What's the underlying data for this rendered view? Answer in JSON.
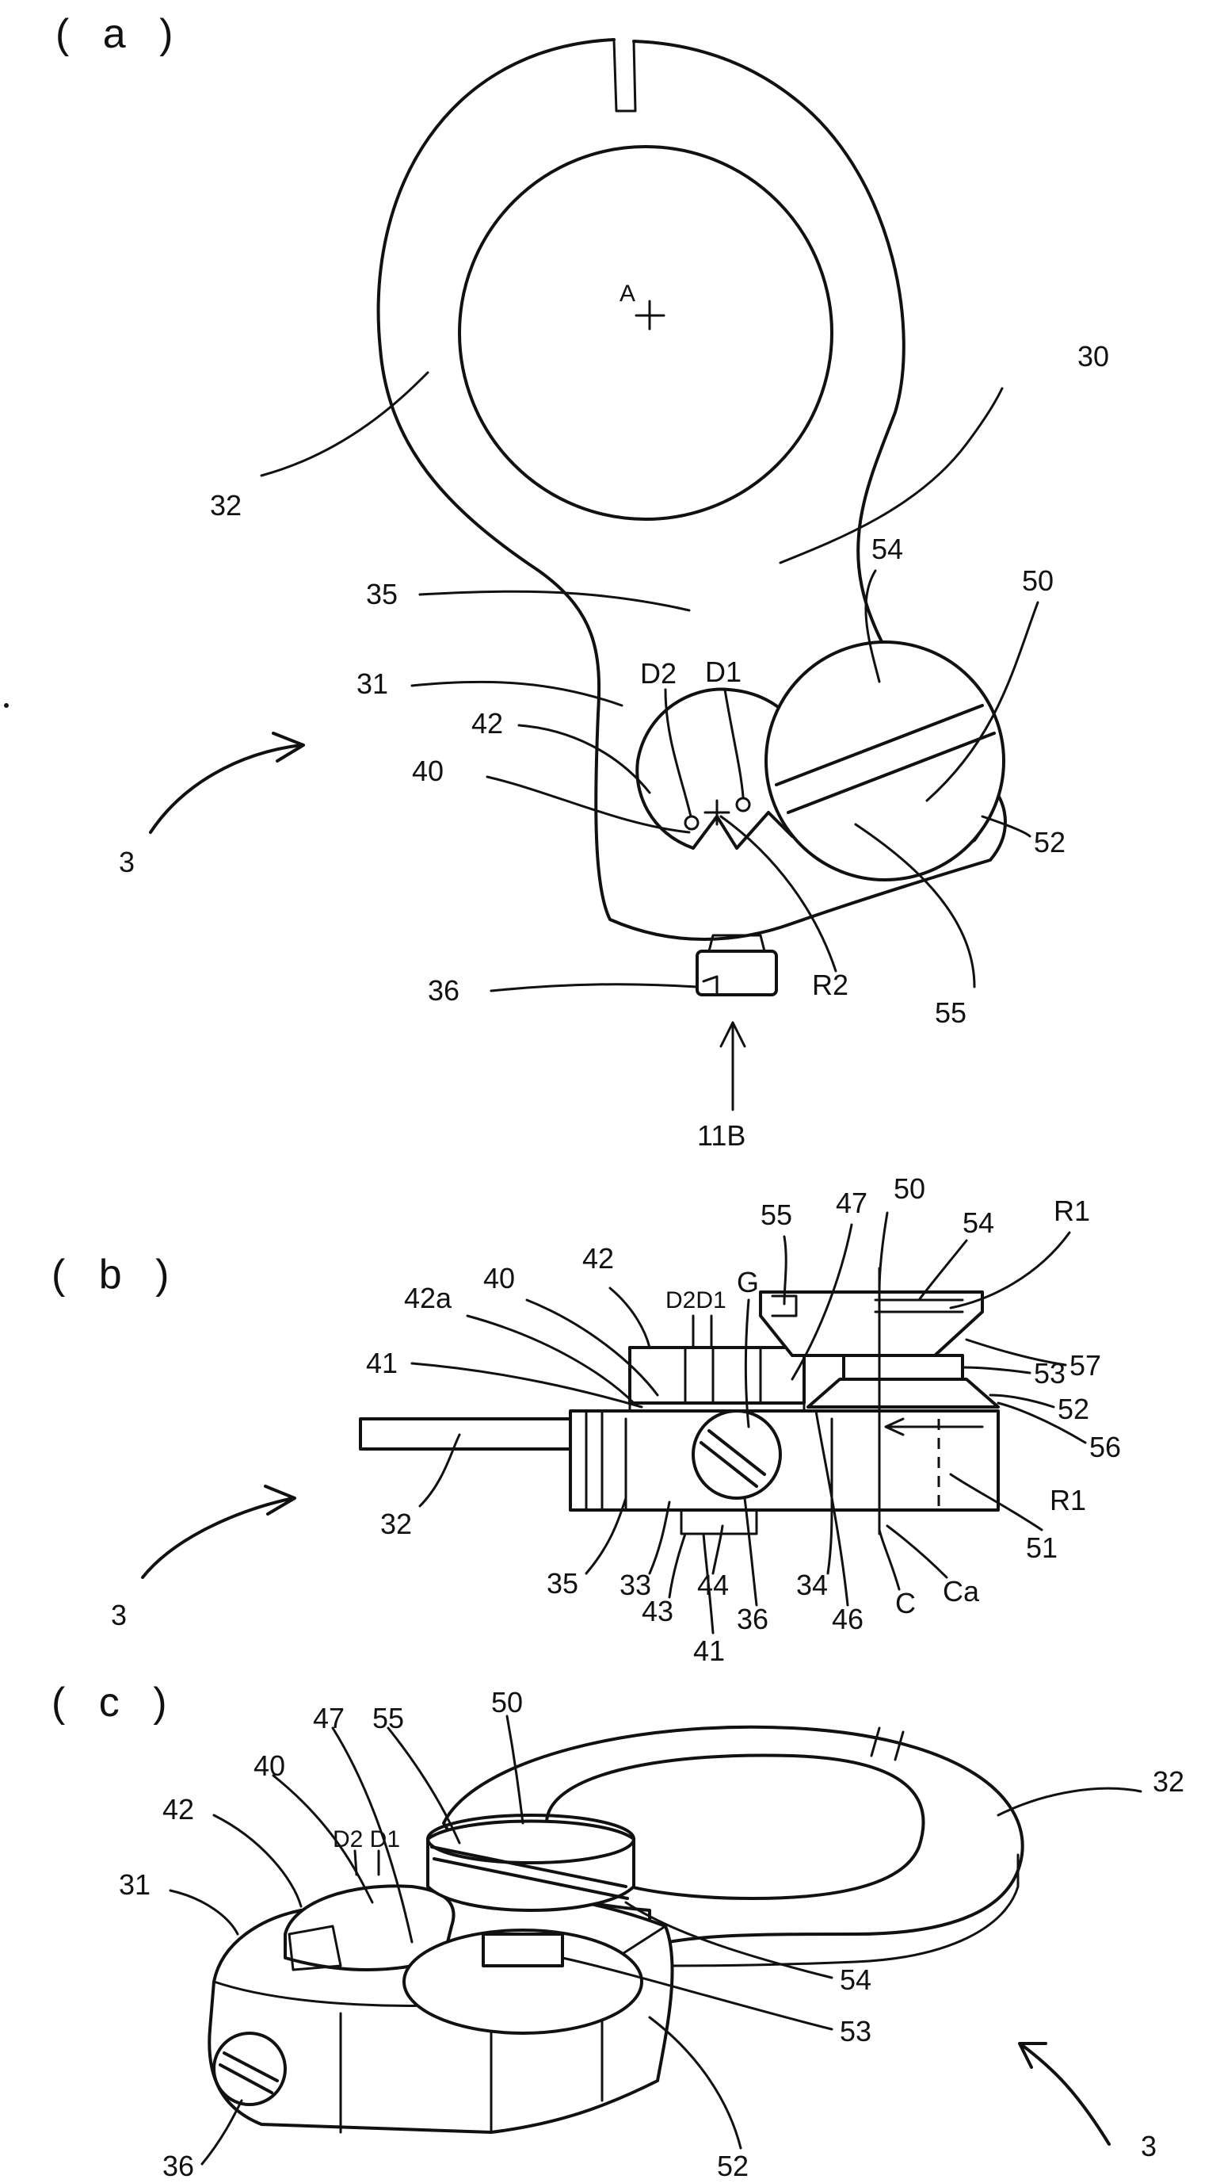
{
  "panels": {
    "a": "( a )",
    "b": "( b )",
    "c": "( c )"
  },
  "a_labels": {
    "center": "A",
    "l30": "30",
    "l32": "32",
    "l35": "35",
    "l31": "31",
    "l42": "42",
    "l40": "40",
    "lD2": "D2",
    "lD1": "D1",
    "l54": "54",
    "l50": "50",
    "l52": "52",
    "lR2": "R2",
    "l55": "55",
    "l36": "36",
    "l3": "3",
    "l11B": "11B"
  },
  "b_labels": {
    "l55": "55",
    "l47": "47",
    "l50": "50",
    "l54": "54",
    "lR1top": "R1",
    "l42a": "42a",
    "l40": "40",
    "l42": "42",
    "lD2D1": "D2D1",
    "lG": "G",
    "l41top": "41",
    "l57": "57",
    "l53": "53",
    "l52": "52",
    "l56": "56",
    "lR1": "R1",
    "l32": "32",
    "l51": "51",
    "l35": "35",
    "l33": "33",
    "l44": "44",
    "l34": "34",
    "lC": "C",
    "lCa": "Ca",
    "l43": "43",
    "l36": "36",
    "l46": "46",
    "l41": "41",
    "l3": "3"
  },
  "c_labels": {
    "l40": "40",
    "l47": "47",
    "l55": "55",
    "l50": "50",
    "l32": "32",
    "l42": "42",
    "lD2D1": "D2 D1",
    "l31": "31",
    "l54": "54",
    "l53": "53",
    "l36": "36",
    "l52": "52",
    "l3": "3"
  }
}
